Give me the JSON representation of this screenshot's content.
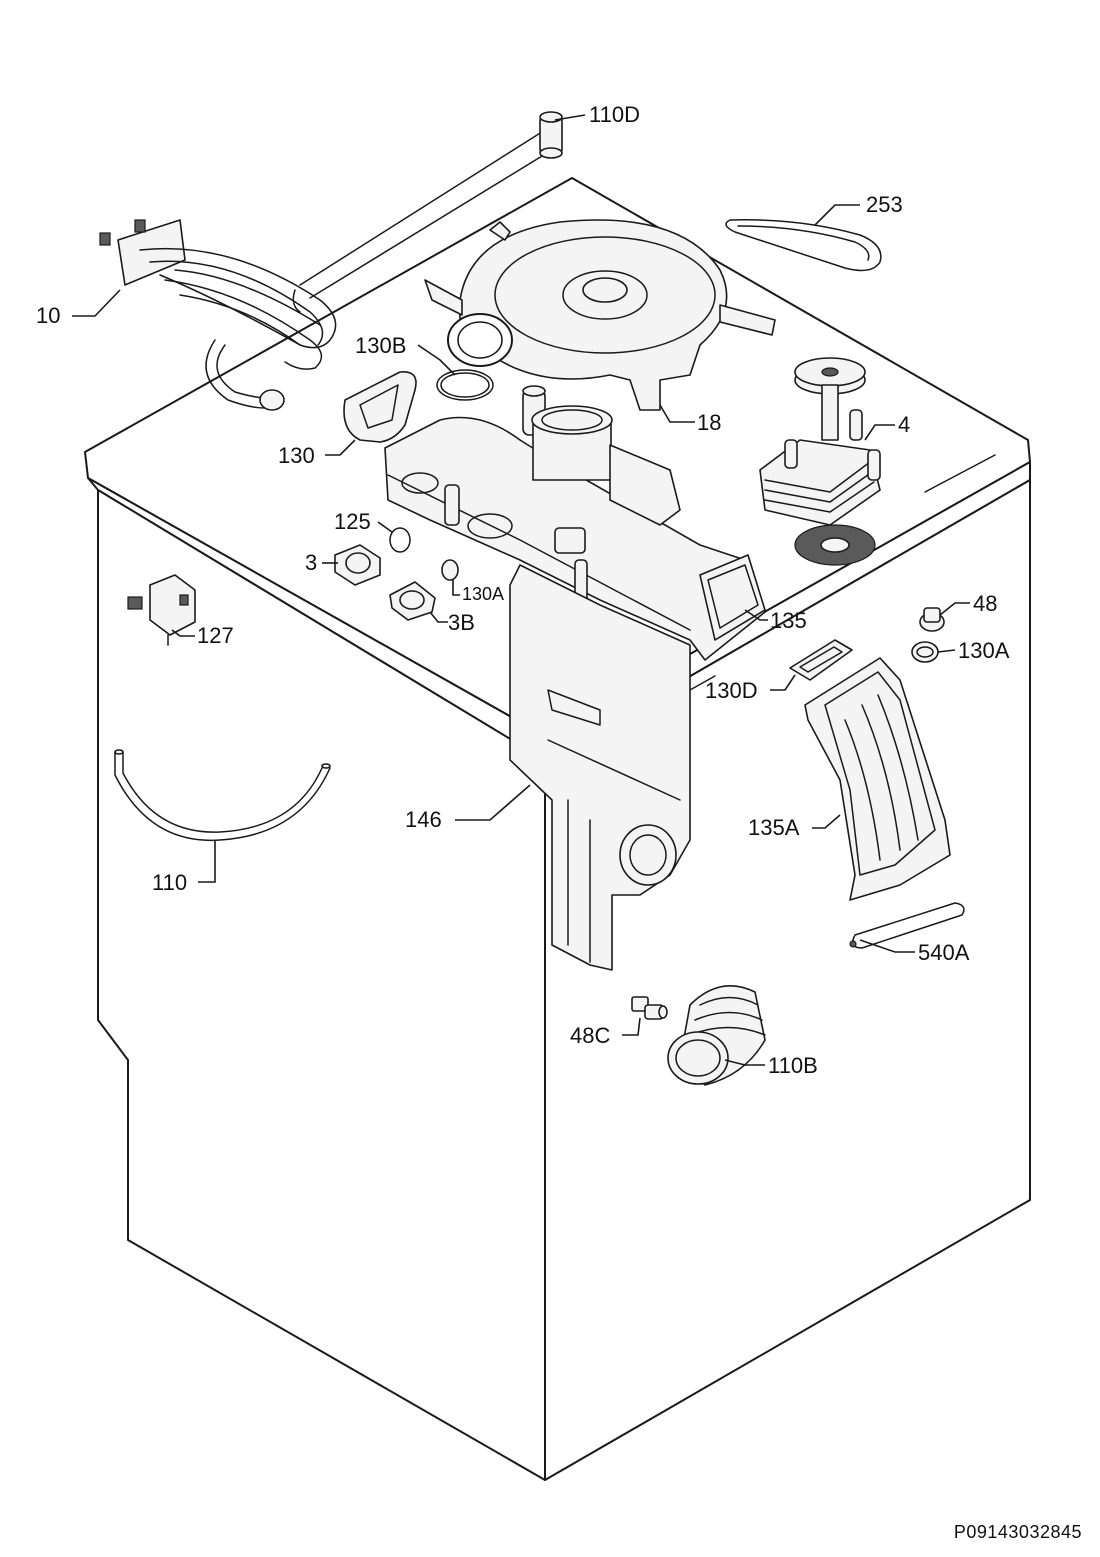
{
  "labels": {
    "p110D": "110D",
    "p253": "253",
    "p10": "10",
    "p130B": "130B",
    "p18": "18",
    "p4": "4",
    "p130": "130",
    "p125": "125",
    "p3": "3",
    "p3B": "3B",
    "p130A_a": "130A",
    "p127": "127",
    "p135": "135",
    "p48": "48",
    "p130A_b": "130A",
    "p130D": "130D",
    "p146": "146",
    "p135A": "135A",
    "p110": "110",
    "p540A": "540A",
    "p48C": "48C",
    "p110B": "110B"
  },
  "reference_code": "P09143032845"
}
